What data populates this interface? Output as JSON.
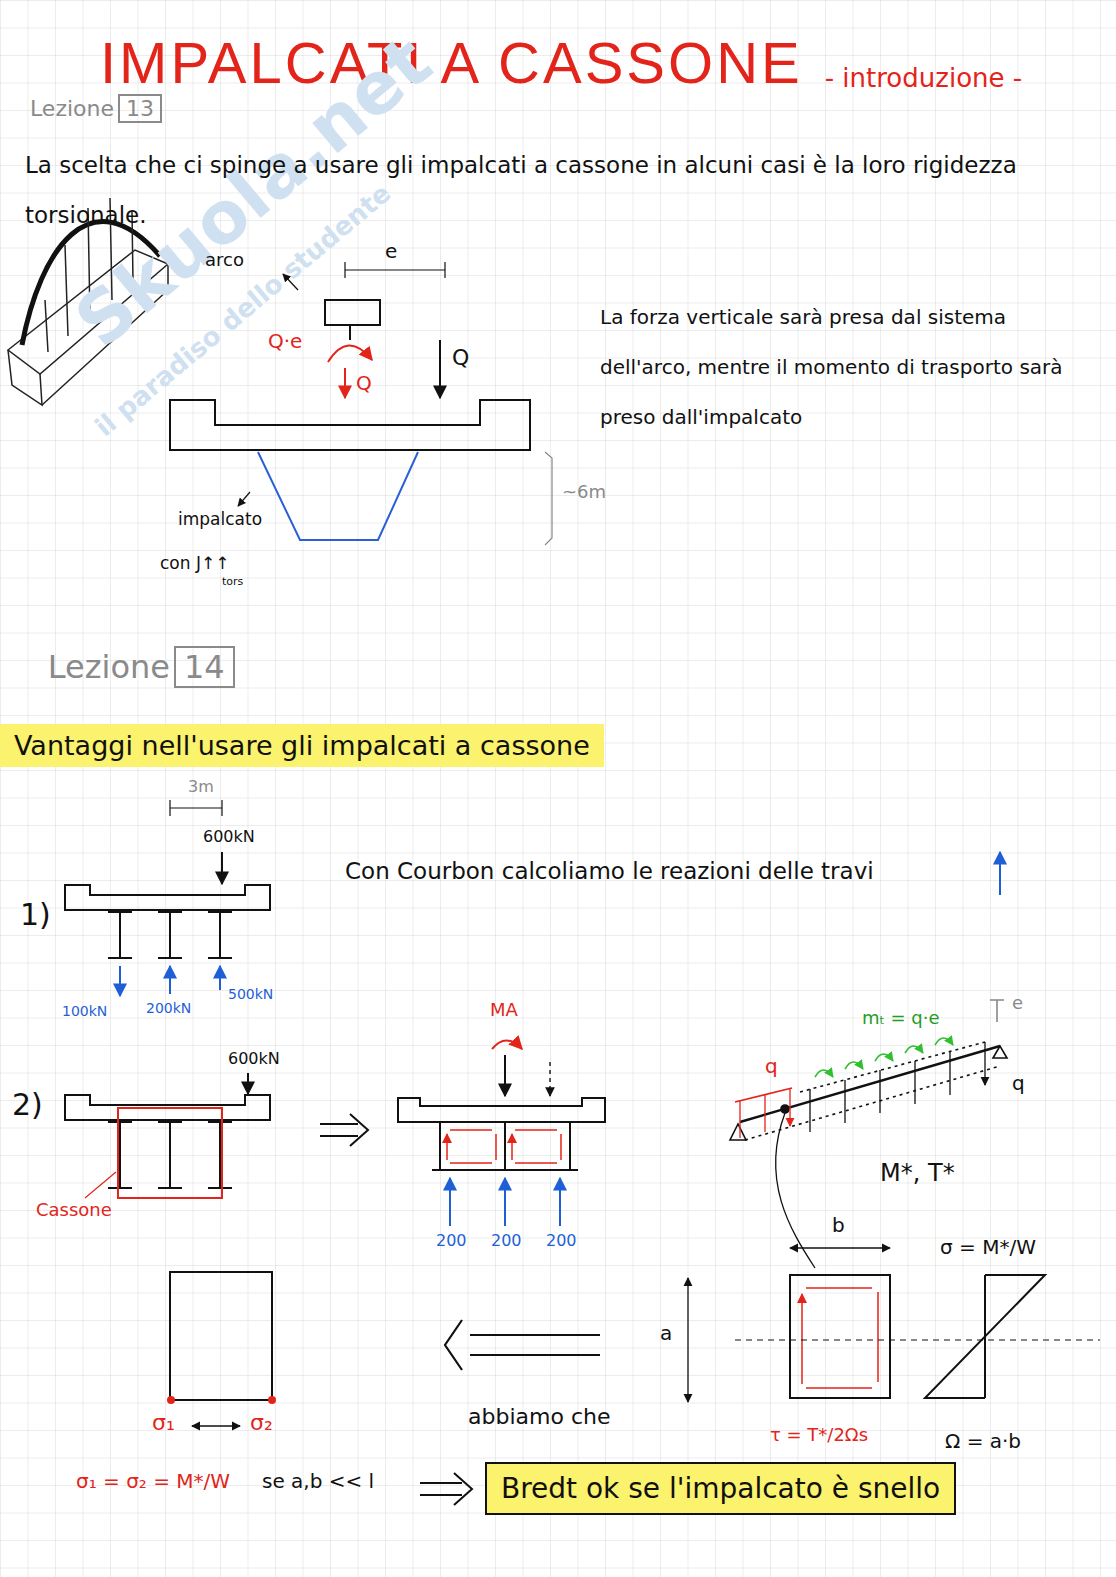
{
  "diagram": {
    "title": "IMPALCATI A CASSONE",
    "nodes": [
      {
        "text": [
          "Lezione",
          "13"
        ]
      },
      {
        "text": [
          "Lezione",
          "14"
        ]
      },
      {
        "text": [
          "Vantaggi nell'usare gli impalcati a cassone"
        ]
      },
      {
        "text": [
          "Bredt ok se l'impalcato è snello"
        ]
      }
    ],
    "labels": [
      "- introduzione -",
      "Skuola.net",
      "il paradiso dello studente",
      "La scelta che ci spinge a usare gli impalcati a cassone in alcuni casi è la loro rigidezza torsionale.",
      "arco",
      "e",
      "Q·e",
      "Q",
      "Q",
      "~6m",
      "impalcato",
      "con J↑↑",
      "tors",
      "La forza verticale sarà presa dal sistema dell'arco, mentre il momento di trasporto sarà preso dall'impalcato",
      "3m",
      "600kN",
      "1)",
      "Con Courbon calcoliamo le reazioni delle travi",
      "100kN",
      "200kN",
      "500kN",
      "2)",
      "600kN",
      "Cassone",
      "MA",
      "200",
      "200",
      "200",
      "q",
      "mₜ = q·e",
      "q",
      "e",
      "M*, T*",
      "b",
      "σ = M*/W",
      "a",
      "τ = T*/2Ωs",
      "Ω = a·b",
      "abbiamo che",
      "σ₁",
      "σ₂",
      "σ₁ = σ₂ = M*/W",
      "se a,b << l"
    ]
  }
}
